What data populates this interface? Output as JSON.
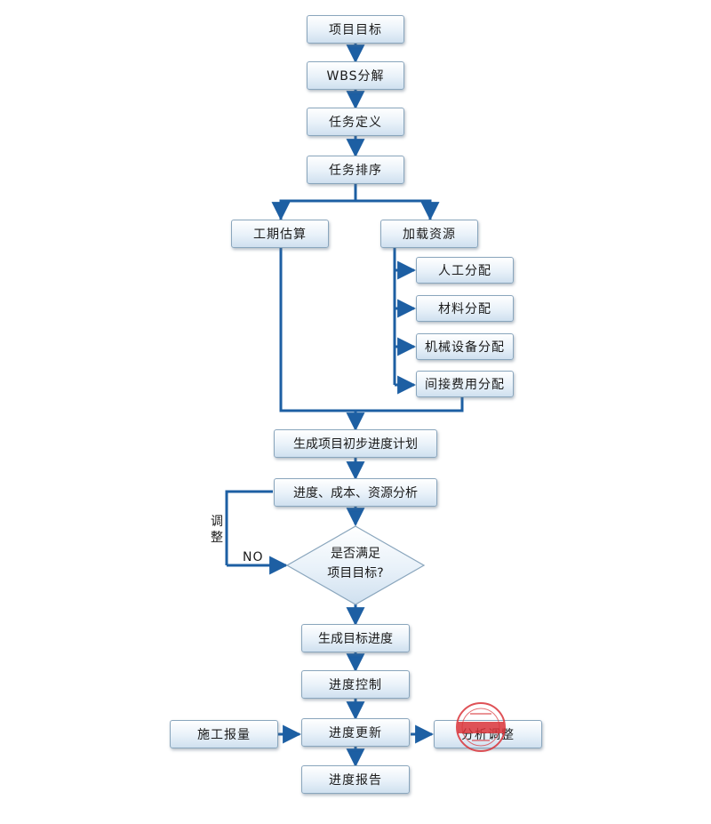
{
  "nodes": {
    "project_goal": "项目目标",
    "wbs": "WBS分解",
    "task_define": "任务定义",
    "task_sort": "任务排序",
    "duration_estimate": "工期估算",
    "load_resources": "加载资源",
    "labor_alloc": "人工分配",
    "material_alloc": "材料分配",
    "machine_alloc": "机械设备分配",
    "indirect_alloc": "间接费用分配",
    "initial_plan": "生成项目初步进度计划",
    "analysis": "进度、成本、资源分析",
    "decision_line1": "是否满足",
    "decision_line2": "项目目标?",
    "target_schedule": "生成目标进度",
    "schedule_control": "进度控制",
    "construction_report": "施工报量",
    "schedule_update": "进度更新",
    "analysis_adjust": "分析调整",
    "schedule_report": "进度报告"
  },
  "labels": {
    "adjust_1": "调",
    "adjust_2": "整",
    "no": "NO"
  },
  "colors": {
    "connector": "#1d5fa3",
    "box_border": "#8aa6bd",
    "stamp": "#d9343a"
  }
}
